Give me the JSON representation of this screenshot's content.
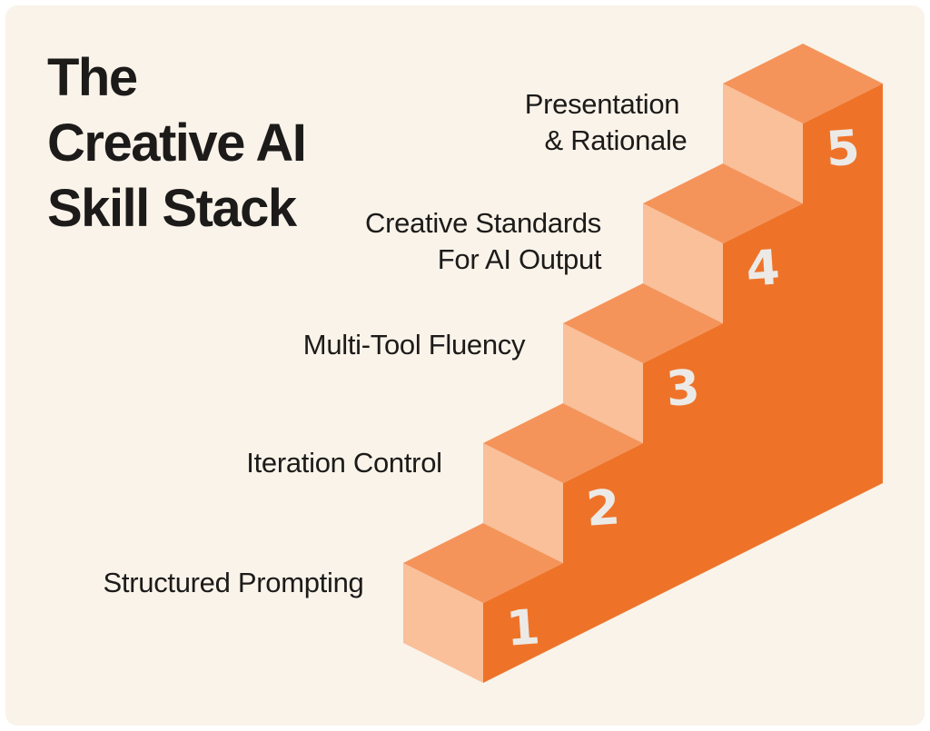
{
  "title": {
    "lines": [
      "The",
      "Creative AI",
      "Skill Stack"
    ]
  },
  "steps": [
    {
      "number": "1",
      "label_lines": [
        "Structured Prompting"
      ]
    },
    {
      "number": "2",
      "label_lines": [
        "Iteration Control"
      ]
    },
    {
      "number": "3",
      "label_lines": [
        "Multi-Tool Fluency"
      ]
    },
    {
      "number": "4",
      "label_lines": [
        "Creative Standards",
        "For AI Output"
      ]
    },
    {
      "number": "5",
      "label_lines": [
        "Presentation",
        "& Rationale"
      ]
    }
  ],
  "colors": {
    "page_background": "#ffffff",
    "canvas": "#faf3ea",
    "stair_side": "#ee7329",
    "stair_top": "#f4945a",
    "stair_riser": "#f9c09a",
    "number_text": "#eceae7",
    "label_text": "#1c1b19"
  }
}
